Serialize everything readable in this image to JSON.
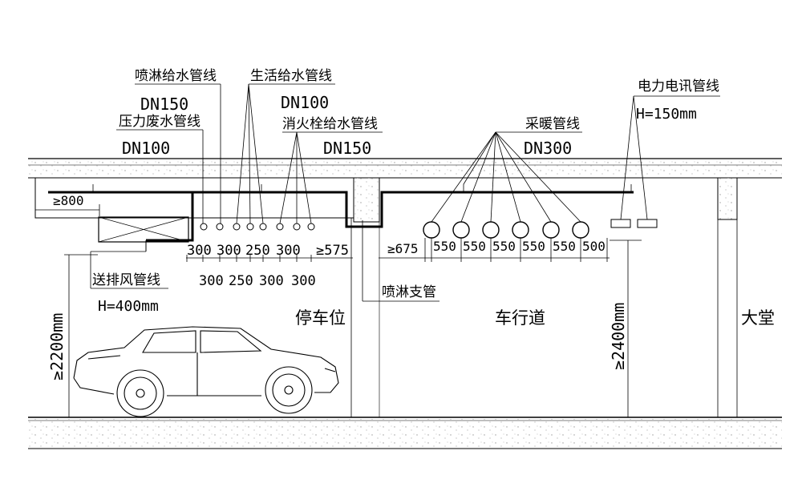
{
  "labels": {
    "sprinkler_supply": "喷淋给水管线",
    "sprinkler_dn": "DN150",
    "pressure_waste": "压力废水管线",
    "pressure_dn": "DN100",
    "domestic_supply": "生活给水管线",
    "domestic_dn": "DN100",
    "hydrant_supply": "消火栓给水管线",
    "hydrant_dn": "DN150",
    "heating": "采暖管线",
    "heating_dn": "DN300",
    "power_telecom": "电力电讯管线",
    "power_h": "H=150mm",
    "air_duct": "送排风管线",
    "air_duct_h": "H=400mm",
    "sprinkler_branch": "喷淋支管",
    "parking": "停车位",
    "driveway": "车行道",
    "lobby": "大堂",
    "clear_left": "≥2200mm",
    "clear_right": "≥2400mm"
  },
  "dimensions": {
    "left_offset": "≥800",
    "upper_row": [
      "300",
      "300",
      "250",
      "300"
    ],
    "lower_row": [
      "300",
      "250",
      "300",
      "300"
    ],
    "left_tail": "≥575",
    "right_lead": "≥675",
    "right_row": [
      "550",
      "550",
      "550",
      "550",
      "550",
      "500"
    ]
  }
}
